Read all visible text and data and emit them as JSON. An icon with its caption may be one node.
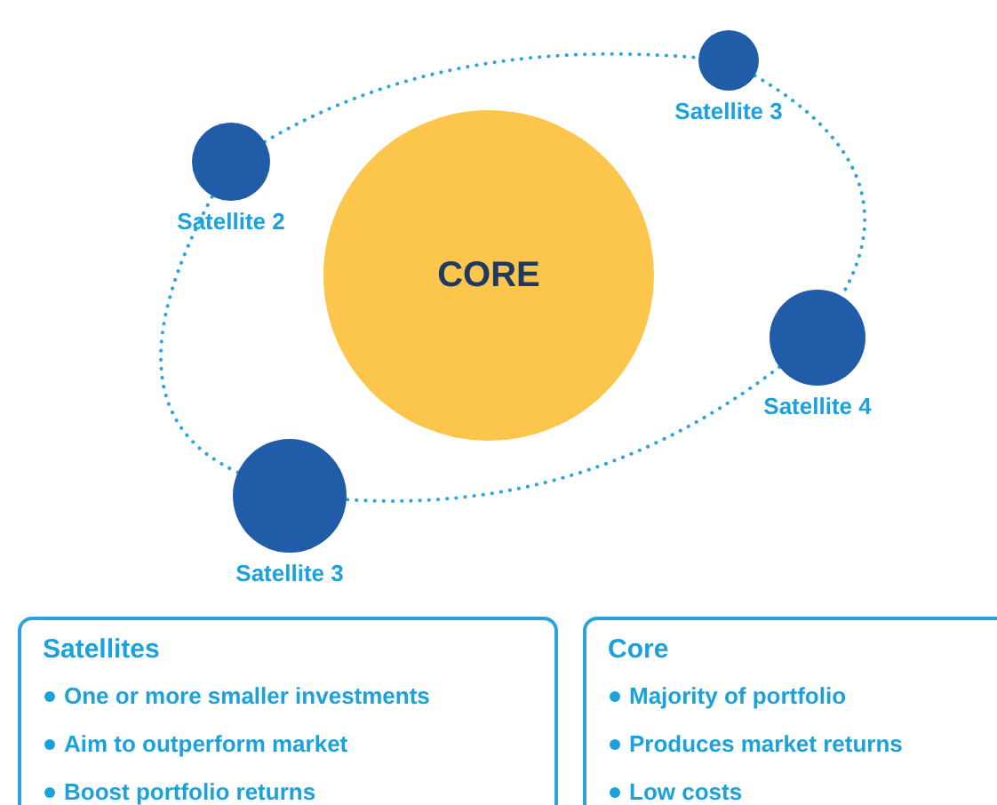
{
  "diagram": {
    "nodes": [
      {
        "text": [],
        "shape": "circle",
        "beside": [
          "Satellite 3"
        ]
      },
      {
        "text": [],
        "shape": "circle",
        "beside": [
          "Satellite 2"
        ]
      },
      {
        "text": [
          "CORE"
        ]
      },
      {
        "text": [],
        "shape": "circle",
        "beside": [
          "Satellite 4"
        ]
      },
      {
        "text": [],
        "shape": "circle",
        "beside": [
          "Satellite 3"
        ]
      },
      {
        "text": [
          "Satellites",
          "One or more smaller investments",
          "Aim to outperform market",
          "Boost portfolio returns"
        ]
      },
      {
        "text": [
          "Core",
          "Majority of portfolio",
          "Produces market returns",
          "Low costs"
        ]
      }
    ],
    "edges": [
      {
        "from": 1,
        "to": 0,
        "arrow": "none",
        "style": "dashed"
      },
      {
        "from": 0,
        "to": 3,
        "arrow": "none",
        "style": "dashed"
      },
      {
        "from": 3,
        "to": 4,
        "arrow": "none",
        "style": "dashed"
      },
      {
        "from": 4,
        "to": 1,
        "arrow": "none",
        "style": "dashed"
      }
    ]
  }
}
